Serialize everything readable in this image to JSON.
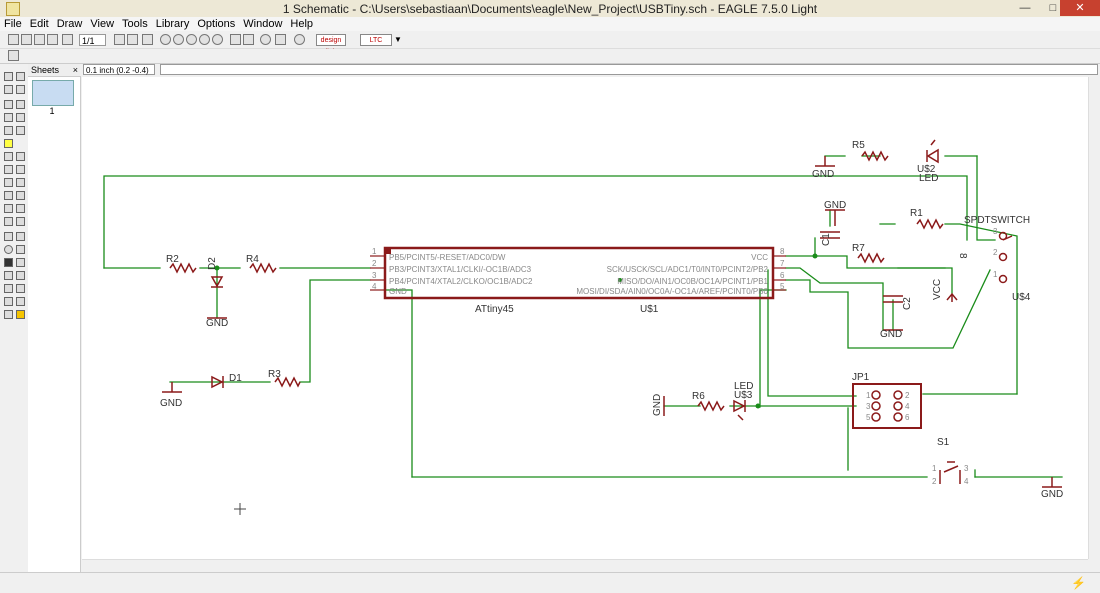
{
  "window": {
    "title": "1 Schematic - C:\\Users\\sebastiaan\\Documents\\eagle\\New_Project\\USBTiny.sch - EAGLE 7.5.0 Light"
  },
  "menu": [
    "File",
    "Edit",
    "Draw",
    "View",
    "Tools",
    "Library",
    "Options",
    "Window",
    "Help"
  ],
  "toolbar": {
    "zoom_value": "1/1",
    "design_link": "design link",
    "spice_label": "LTC SPICE"
  },
  "sheets": {
    "title": "Sheets",
    "pages": [
      "1"
    ]
  },
  "command": {
    "grid_readout": "0.1 inch (0.2 -0.4)",
    "input_value": ""
  },
  "colors": {
    "net": "#1a8c1a",
    "part": "#8b1a1a",
    "pin_text": "#888888",
    "label": "#333333"
  },
  "schematic": {
    "u1": {
      "name": "ATtiny45",
      "ref": "U$1",
      "pins_left": [
        "PB5/PCINT5/-RESET/ADC0/DW",
        "PB3/PCINT3/XTAL1/CLKI/-OC1B/ADC3",
        "PB4/PCINT4/XTAL2/CLKO/OC1B/ADC2",
        "GND"
      ],
      "pin_nums_left": [
        "1",
        "2",
        "3",
        "4"
      ],
      "pins_right": [
        "VCC",
        "SCK/USCK/SCL/ADC1/T0/INT0/PCINT2/PB2",
        "MISO/DO/AIN1/OC0B/OC1A/PCINT1/PB1",
        "MOSI/DI/SDA/AIN0/OC0A/-OC1A/AREF/PCINT0/PB0"
      ],
      "pin_nums_right": [
        "8",
        "7",
        "6",
        "5"
      ]
    },
    "labels": {
      "r1": "R1",
      "r2": "R2",
      "r3": "R3",
      "r4": "R4",
      "r5": "R5",
      "r6": "R6",
      "r7": "R7",
      "c1": "C1",
      "c2": "C2",
      "d1": "D1",
      "d2": "D2",
      "led_top_ref": "U$2",
      "led_top_val": "LED",
      "led_bot_ref": "U$3",
      "led_bot_val": "LED",
      "jp1": "JP1",
      "s1": "S1",
      "spdt": "SPDTSWITCH",
      "u4": "U$4",
      "vcc": "VCC",
      "vcc_num": "8",
      "gnd": "GND",
      "jp_pins_left": [
        "1",
        "3",
        "5"
      ],
      "jp_pins_right": [
        "2",
        "4",
        "6"
      ],
      "sw_pins": [
        "3",
        "2",
        "1"
      ],
      "s1_pins": [
        "1",
        "2",
        "3",
        "4"
      ]
    }
  }
}
